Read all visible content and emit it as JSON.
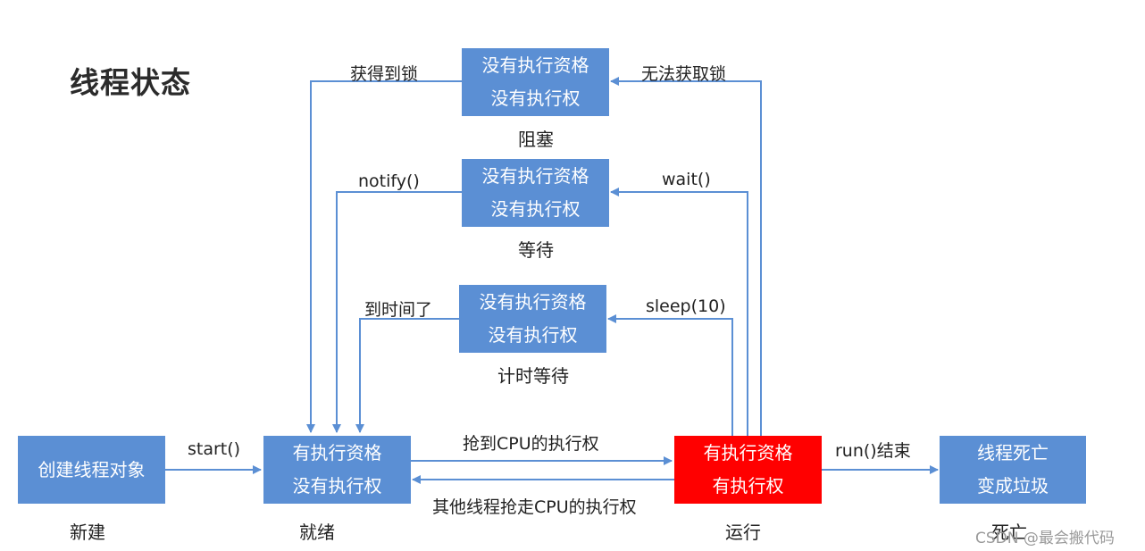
{
  "title": "线程状态",
  "boxes": {
    "new": {
      "lines": [
        "创建线程对象"
      ]
    },
    "ready": {
      "lines": [
        "有执行资格",
        "没有执行权"
      ]
    },
    "running": {
      "lines": [
        "有执行资格",
        "有执行权"
      ],
      "color": "#ff0000"
    },
    "dead": {
      "lines": [
        "线程死亡",
        "变成垃圾"
      ]
    },
    "blocked": {
      "lines": [
        "没有执行资格",
        "没有执行权"
      ]
    },
    "waiting": {
      "lines": [
        "没有执行资格",
        "没有执行权"
      ]
    },
    "timed": {
      "lines": [
        "没有执行资格",
        "没有执行权"
      ]
    }
  },
  "captions": {
    "new": "新建",
    "ready": "就绪",
    "running": "运行",
    "dead": "死亡",
    "blocked": "阻塞",
    "waiting": "等待",
    "timed": "计时等待"
  },
  "edge_labels": {
    "start": "start()",
    "grab_cpu": "抢到CPU的执行权",
    "lose_cpu": "其他线程抢走CPU的执行权",
    "run_end": "run()结束",
    "get_lock": "获得到锁",
    "no_lock": "无法获取锁",
    "notify": "notify()",
    "wait": "wait()",
    "time_up": "到时间了",
    "sleep": "sleep(10)"
  },
  "watermark": "CSDN @最会搬代码",
  "box_color": "#5b8fd4",
  "line_color": "#5b8fd4"
}
